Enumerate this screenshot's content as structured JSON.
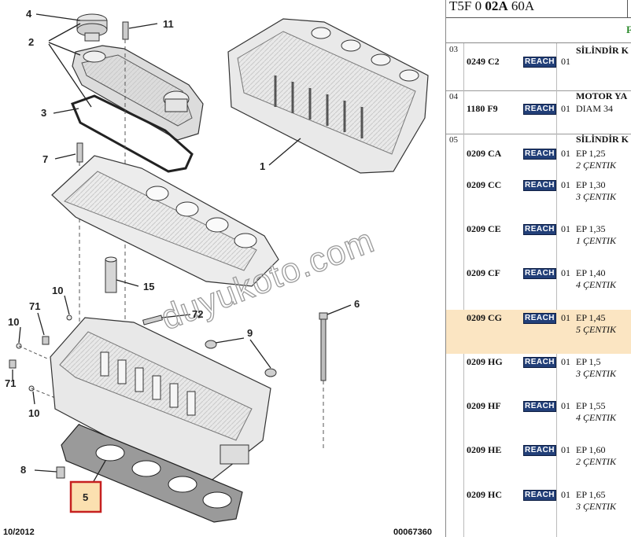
{
  "diagram": {
    "callouts": [
      "4",
      "2",
      "11",
      "3",
      "1",
      "7",
      "15",
      "10",
      "71",
      "10",
      "72",
      "6",
      "9",
      "71",
      "10",
      "8",
      "5"
    ],
    "footer_left": "10/2012",
    "footer_right": "00067360",
    "watermark": "duyukoto.com"
  },
  "panel": {
    "title_plain": "T5F 0 ",
    "title_bold": "02A",
    "title_tail": " 60A",
    "subheader_tag": "F",
    "badge": "REACH",
    "sections": [
      {
        "group": "03",
        "rows": [
          {
            "part": "0249 C2",
            "qty": "01",
            "line1": "SİLİNDİR K",
            "line2": ""
          }
        ]
      },
      {
        "group": "04",
        "rows": [
          {
            "part": "1180 F9",
            "qty": "01",
            "line1": "MOTOR YA",
            "line2": "DIAM 34"
          }
        ]
      },
      {
        "group": "05",
        "rows": [
          {
            "part": "",
            "qty": "",
            "line1": "SİLİNDİR K",
            "line2": ""
          },
          {
            "part": "0209 CA",
            "qty": "01",
            "line1": "EP 1,25",
            "line2": "2 ÇENTIK"
          },
          {
            "part": "0209 CC",
            "qty": "01",
            "line1": "EP 1,30",
            "line2": "3 ÇENTIK"
          },
          {
            "part": "0209 CE",
            "qty": "01",
            "line1": "EP 1,35",
            "line2": "1 ÇENTIK"
          },
          {
            "part": "0209 CF",
            "qty": "01",
            "line1": "EP 1,40",
            "line2": "4 ÇENTIK"
          },
          {
            "part": "0209 CG",
            "qty": "01",
            "line1": "EP 1,45",
            "line2": "5 ÇENTIK"
          },
          {
            "part": "0209 HG",
            "qty": "01",
            "line1": "EP 1,5",
            "line2": "3 ÇENTIK"
          },
          {
            "part": "0209 HF",
            "qty": "01",
            "line1": "EP 1,55",
            "line2": "4 ÇENTIK"
          },
          {
            "part": "0209 HE",
            "qty": "01",
            "line1": "EP 1,60",
            "line2": "2 ÇENTIK"
          },
          {
            "part": "0209 HC",
            "qty": "01",
            "line1": "EP 1,65",
            "line2": "3 ÇENTIK"
          }
        ]
      }
    ]
  }
}
